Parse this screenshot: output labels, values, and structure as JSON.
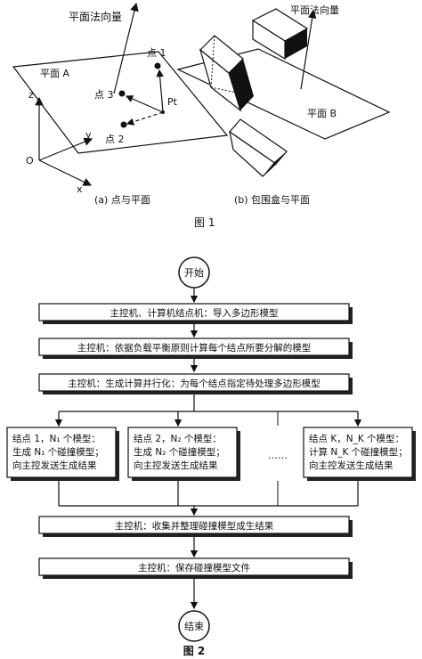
{
  "fig1": {
    "caption": "图 1",
    "left": {
      "normal_label": "平面法向量",
      "plane_label": "平面 A",
      "point1": "点 1",
      "point2": "点 2",
      "point3": "点 3",
      "pt": "Pt",
      "axis_z": "z",
      "axis_y": "y",
      "axis_x": "x",
      "origin": "O",
      "subcaption": "(a)  点与平面"
    },
    "right": {
      "normal_label": "平面法向量",
      "plane_label": "平面 B",
      "subcaption": "(b)  包围盒与平面"
    }
  },
  "fig2": {
    "caption": "图 2",
    "start": "开始",
    "end": "结束",
    "step1": "主控机、计算机结点机：导入多边形模型",
    "step2": "主控机：依据负载平衡原则计算每个结点所要分解的模型",
    "step3": "主控机：生成计算并行化：为每个结点指定待处理多边形模型",
    "node1": [
      "结点 1，N₁ 个模型：",
      "生成 N₁ 个碰撞模型；",
      "向主控发送生成结果"
    ],
    "node2": [
      "结点 2，N₂ 个模型：",
      "生成 N₂ 个碰撞模型；",
      "向主控发送生成结果"
    ],
    "ellipsis": "……",
    "nodeK": [
      "结点 K，N_K 个模型：",
      "计算 N_K 个碰撞模型；",
      "向主控发送生成结果"
    ],
    "step4": "主控机：收集并整理碰撞模型成生结果",
    "step5": "主控机：保存碰撞模型文件"
  }
}
